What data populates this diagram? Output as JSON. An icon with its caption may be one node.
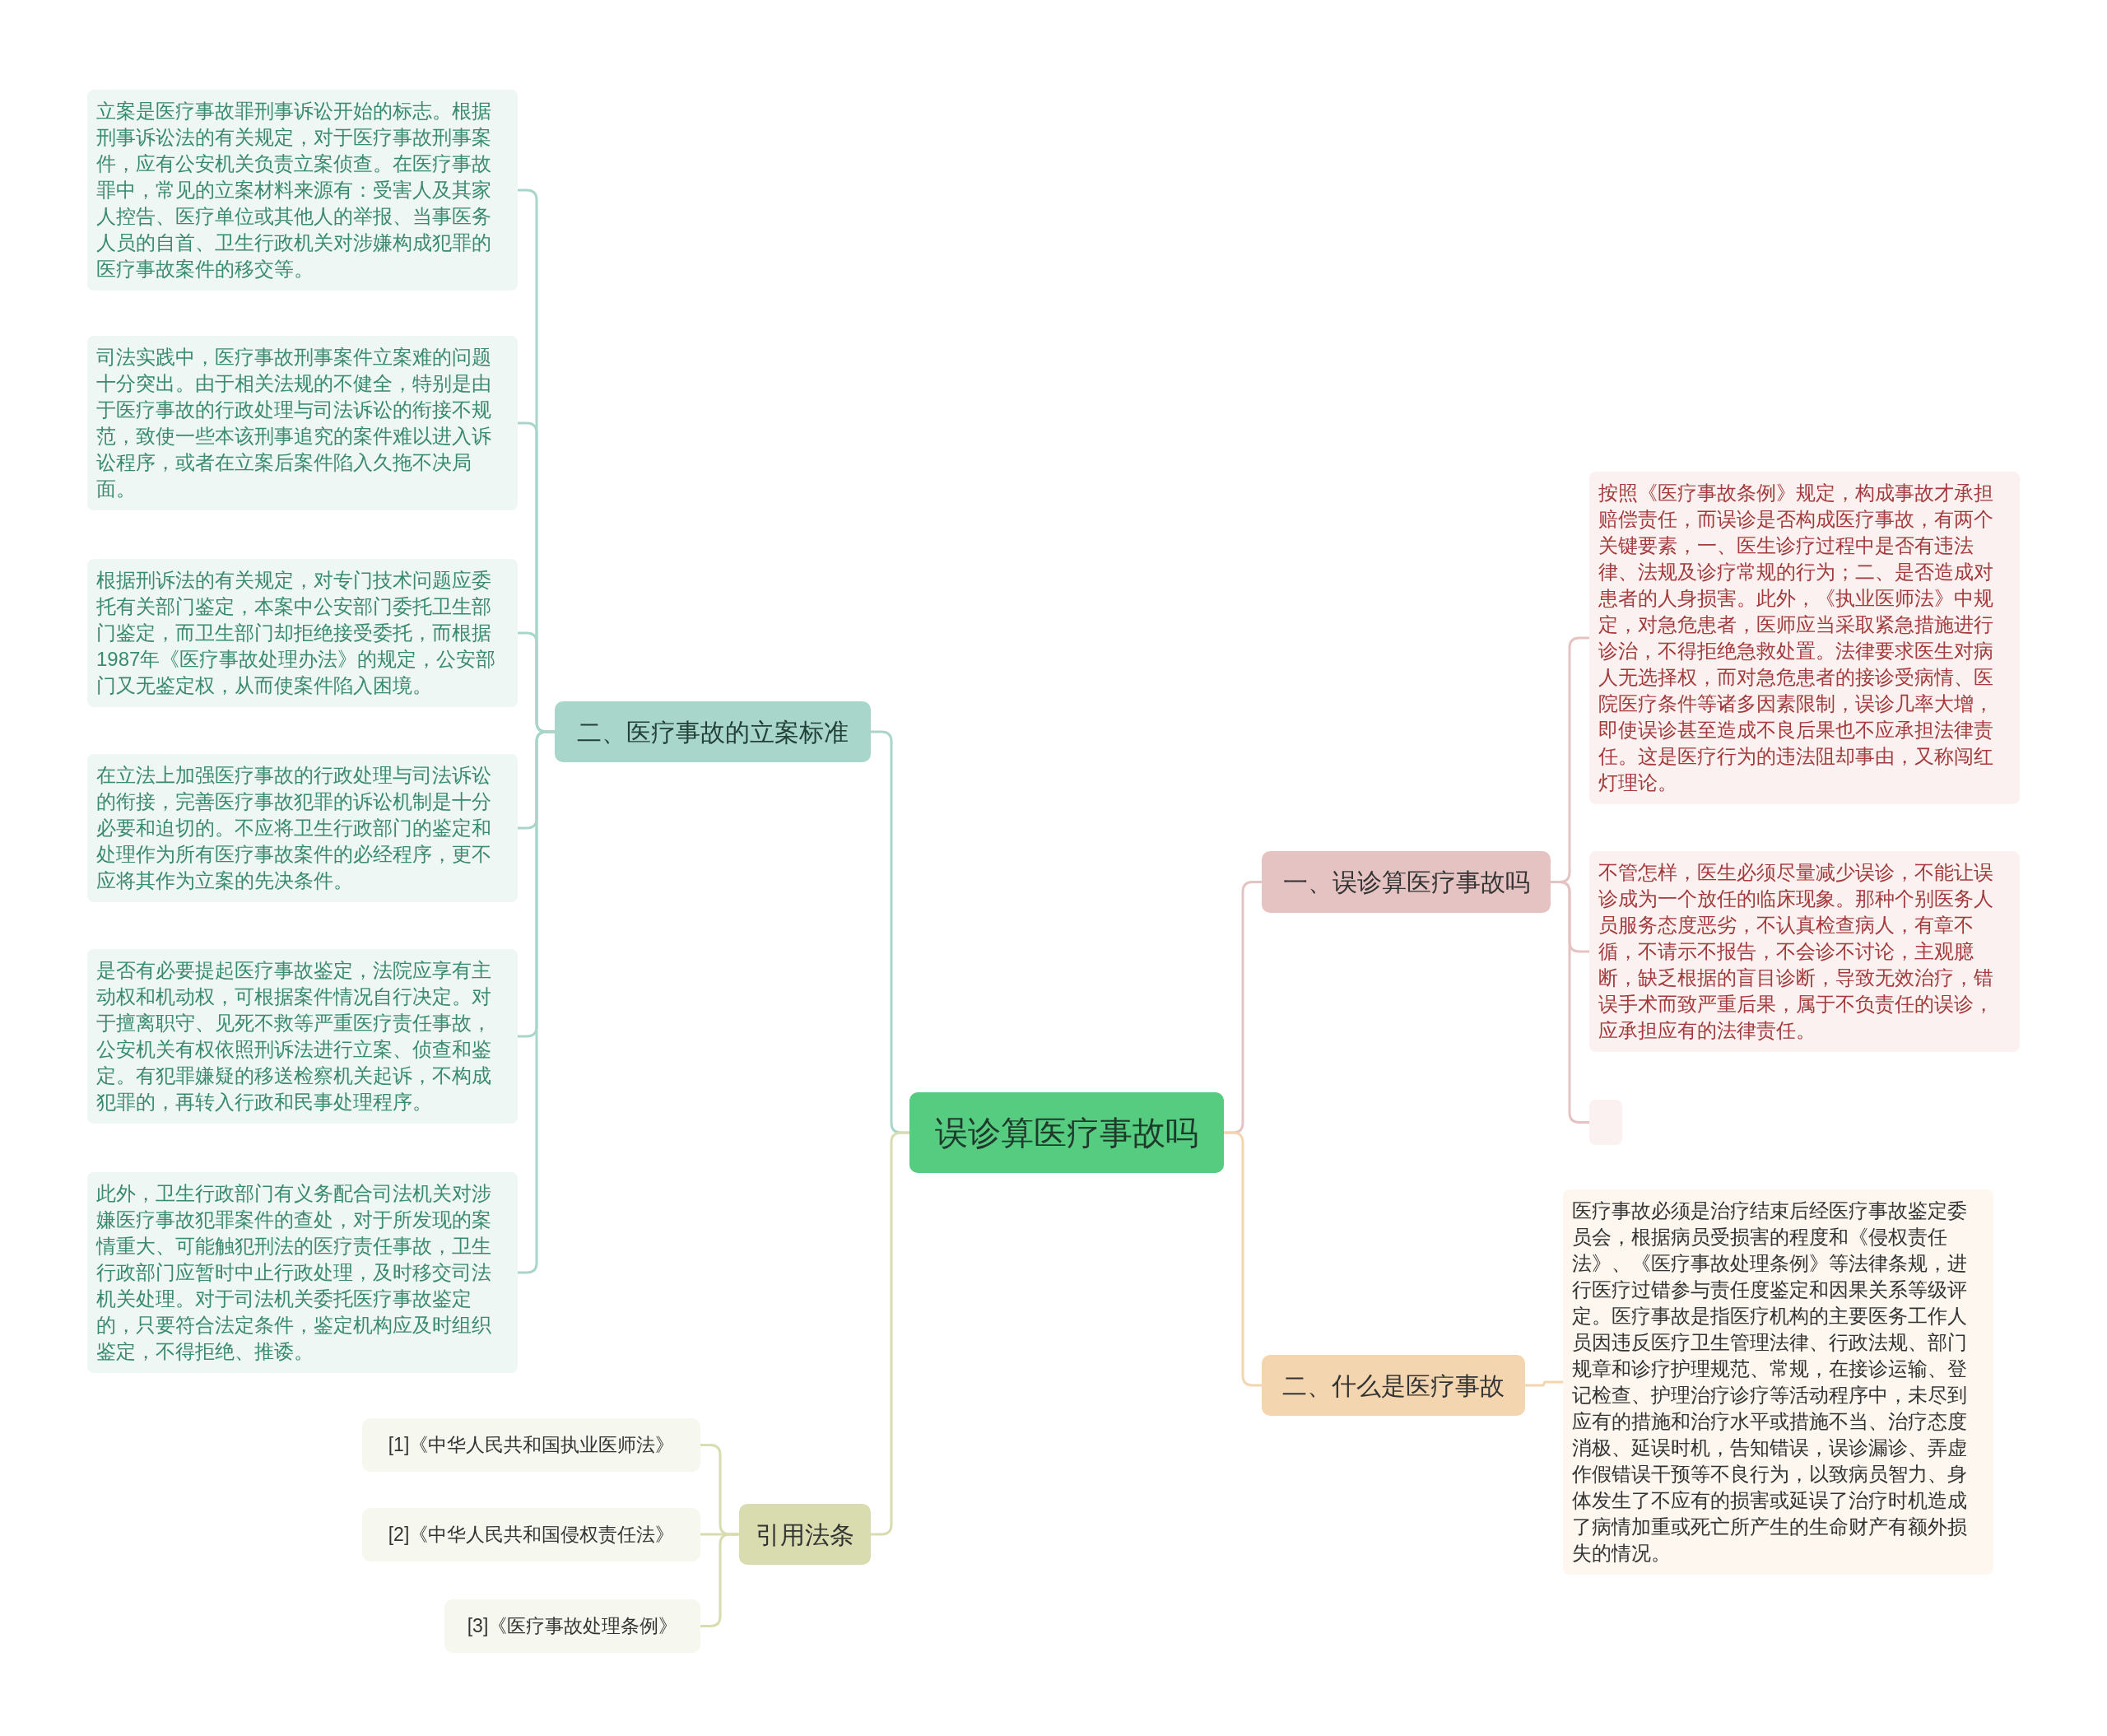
{
  "diagram": {
    "nodes": [
      {
        "text": [
          "误诊算医疗事故吗"
        ]
      },
      {
        "text": [
          "二、医疗事故的立案标准"
        ]
      },
      {
        "text": [
          "立案是医疗事故罪刑事诉讼开始的标志。根据刑事诉讼法的有关规定，对于医疗事故刑事案件，应有公安机关负责立案侦查。在医疗事故罪中，常见的立案材料来源有：受害人及其家人控告、医疗单位或其他人的举报、当事医务人员的自首、卫生行政机关对涉嫌构成犯罪的医疗事故案件的移交等。"
        ]
      },
      {
        "text": [
          "司法实践中，医疗事故刑事案件立案难的问题十分突出。由于相关法规的不健全，特别是由于医疗事故的行政处理与司法诉讼的衔接不规范，致使一些本该刑事追究的案件难以进入诉讼程序，或者在立案后案件陷入久拖不决局面。"
        ]
      },
      {
        "text": [
          "根据刑诉法的有关规定，对专门技术问题应委托有关部门鉴定，本案中公安部门委托卫生部门鉴定，而卫生部门却拒绝接受委托，而根据1987年《医疗事故处理办法》的规定，公安部门又无鉴定权，从而使案件陷入困境。"
        ]
      },
      {
        "text": [
          "在立法上加强医疗事故的行政处理与司法诉讼的衔接，完善医疗事故犯罪的诉讼机制是十分必要和迫切的。不应将卫生行政部门的鉴定和处理作为所有医疗事故案件的必经程序，更不应将其作为立案的先决条件。"
        ]
      },
      {
        "text": [
          "是否有必要提起医疗事故鉴定，法院应享有主动权和机动权，可根据案件情况自行决定。对于擅离职守、见死不救等严重医疗责任事故，公安机关有权依照刑诉法进行立案、侦查和鉴定。有犯罪嫌疑的移送检察机关起诉，不构成犯罪的，再转入行政和民事处理程序。"
        ]
      },
      {
        "text": [
          "此外，卫生行政部门有义务配合司法机关对涉嫌医疗事故犯罪案件的查处，对于所发现的案情重大、可能触犯刑法的医疗责任事故，卫生行政部门应暂时中止行政处理，及时移交司法机关处理。对于司法机关委托医疗事故鉴定的，只要符合法定条件，鉴定机构应及时组织鉴定，不得拒绝、推诿。"
        ]
      },
      {
        "text": [
          "引用法条"
        ]
      },
      {
        "text": [
          "[1]《中华人民共和国执业医师法》"
        ]
      },
      {
        "text": [
          "[2]《中华人民共和国侵权责任法》"
        ]
      },
      {
        "text": [
          "[3]《医疗事故处理条例》"
        ]
      },
      {
        "text": [
          "一、误诊算医疗事故吗"
        ]
      },
      {
        "text": [
          "按照《医疗事故条例》规定，构成事故才承担赔偿责任，而误诊是否构成医疗事故，有两个关键要素，一、医生诊疗过程中是否有违法律、法规及诊疗常规的行为；二、是否造成对患者的人身损害。此外，《执业医师法》中规定，对急危患者，医师应当采取紧急措施进行诊治，不得拒绝急救处置。法律要求医生对病人无选择权，而对急危患者的接诊受病情、医院医疗条件等诸多因素限制，误诊几率大增，即使误诊甚至造成不良后果也不应承担法律责任。这是医疗行为的违法阻却事由，又称闯红灯理论。"
        ]
      },
      {
        "text": [
          "不管怎样，医生必须尽量减少误诊，不能让误诊成为一个放任的临床现象。那种个别医务人员服务态度恶劣，不认真检查病人，有章不循，不请示不报告，不会诊不讨论，主观臆断，缺乏根据的盲目诊断，导致无效治疗，错误手术而致严重后果，属于不负责任的误诊，应承担应有的法律责任。"
        ]
      },
      {
        "text": [],
        "shape": "box"
      },
      {
        "text": [
          "二、什么是医疗事故"
        ]
      },
      {
        "text": [
          "医疗事故必须是治疗结束后经医疗事故鉴定委员会，根据病员受损害的程度和《侵权责任法》、《医疗事故处理条例》等法律条规，进行医疗过错参与责任度鉴定和因果关系等级评定。医疗事故是指医疗机构的主要医务工作人员因违反医疗卫生管理法律、行政法规、部门规章和诊疗护理规范、常规，在接诊运输、登记检查、护理治疗诊疗等活动程序中，未尽到应有的措施和治疗水平或措施不当、治疗态度消极、延误时机，告知错误，误诊漏诊、弄虚作假错误干预等不良行为，以致病员智力、身体发生了不应有的损害或延误了治疗时机造成了病情加重或死亡所产生的生命财产有额外损失的情况。"
        ]
      }
    ],
    "edges": [
      {
        "from": 0,
        "to": 1,
        "arrow": "none"
      },
      {
        "from": 0,
        "to": 8,
        "arrow": "none",
        "color": "#d9dcae"
      },
      {
        "from": 0,
        "to": 12,
        "arrow": "none",
        "color": "#e6c3c3"
      },
      {
        "from": 0,
        "to": 16,
        "arrow": "none",
        "color": "#f3d6b0"
      },
      {
        "from": 1,
        "to": 2,
        "arrow": "none"
      },
      {
        "from": 1,
        "to": 3,
        "arrow": "none"
      },
      {
        "from": 1,
        "to": 4,
        "arrow": "none"
      },
      {
        "from": 1,
        "to": 5,
        "arrow": "none"
      },
      {
        "from": 1,
        "to": 6,
        "arrow": "none"
      },
      {
        "from": 1,
        "to": 7,
        "arrow": "none"
      },
      {
        "from": 8,
        "to": 9,
        "arrow": "none",
        "color": "#d9dcae"
      },
      {
        "from": 8,
        "to": 10,
        "arrow": "none",
        "color": "#d9dcae"
      },
      {
        "from": 8,
        "to": 11,
        "arrow": "none",
        "color": "#d9dcae"
      },
      {
        "from": 12,
        "to": 13,
        "arrow": "none",
        "color": "#e6c3c3"
      },
      {
        "from": 12,
        "to": 14,
        "arrow": "none",
        "color": "#e6c3c3"
      },
      {
        "from": 12,
        "to": 15,
        "arrow": "none",
        "color": "#e6c3c3"
      },
      {
        "from": 16,
        "to": 17,
        "arrow": "none",
        "color": "#f3d6b0"
      }
    ]
  }
}
